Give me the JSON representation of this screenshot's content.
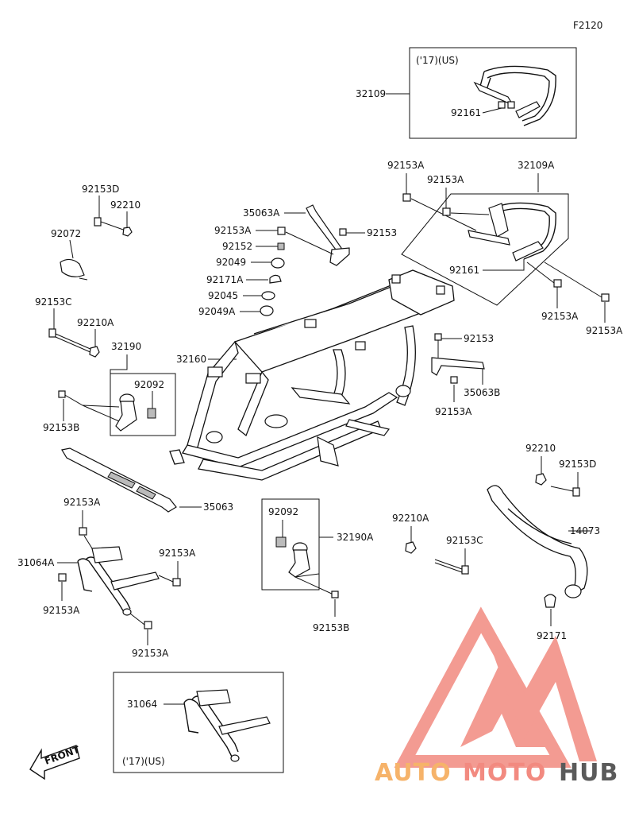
{
  "figure_code": "F2120",
  "inset_note_top": "('17)(US)",
  "inset_note_bottom": "('17)(US)",
  "front_label": "FRONT",
  "watermark": {
    "auto": "AUTO",
    "moto": "MOTO",
    "hub": "HUB",
    "color_red": "#f28a80",
    "color_orange": "#f6b36a",
    "color_dark": "#5a5a5a"
  },
  "labels": {
    "p32109": "32109",
    "p92161_top": "92161",
    "p92153D_a": "92153D",
    "p92210_a": "92210",
    "p92072": "92072",
    "p92153C_a": "92153C",
    "p92210A_a": "92210A",
    "p32190": "32190",
    "p92092_a": "92092",
    "p92153B_a": "92153B",
    "p35063A": "35063A",
    "p92153A_1": "92153A",
    "p92152": "92152",
    "p92049": "92049",
    "p92171A": "92171A",
    "p92045": "92045",
    "p92049A": "92049A",
    "p92153_a": "92153",
    "p32160": "32160",
    "p92153A_2": "92153A",
    "p32109A": "32109A",
    "p92153A_3": "92153A",
    "p92161_r": "92161",
    "p92153A_4": "92153A",
    "p92153A_5": "92153A",
    "p92153_b": "92153",
    "p35063B": "35063B",
    "p92153A_6": "92153A",
    "p35063": "35063",
    "p92153A_7": "92153A",
    "p31064A": "31064A",
    "p92153A_8": "92153A",
    "p92153A_9": "92153A",
    "p92153A_10": "92153A",
    "p92092_b": "92092",
    "p32190A": "32190A",
    "p92153B_b": "92153B",
    "p92210A_b": "92210A",
    "p92153C_b": "92153C",
    "p92210_b": "92210",
    "p92153D_b": "92153D",
    "p14073": "14073",
    "p92171": "92171",
    "p31064": "31064"
  }
}
